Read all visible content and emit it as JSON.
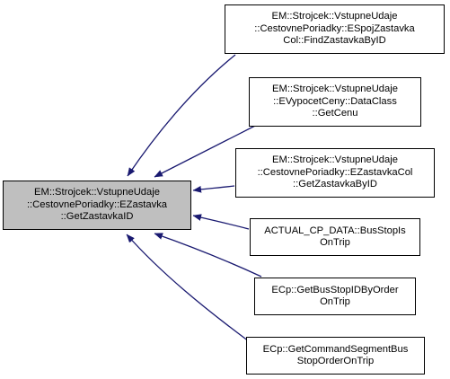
{
  "graph": {
    "focus": {
      "lines": [
        "EM::Strojcek::VstupneUdaje",
        "::CestovnePoriadky::EZastavka",
        "::GetZastavkaID"
      ],
      "fill": "#bfbfbf"
    },
    "callers": [
      {
        "lines": [
          "EM::Strojcek::VstupneUdaje",
          "::CestovnePoriadky::ESpojZastavka",
          "Col::FindZastavkaByID"
        ]
      },
      {
        "lines": [
          "EM::Strojcek::VstupneUdaje",
          "::EVypocetCeny::DataClass",
          "::GetCenu"
        ]
      },
      {
        "lines": [
          "EM::Strojcek::VstupneUdaje",
          "::CestovnePoriadky::EZastavkaCol",
          "::GetZastavkaByID"
        ]
      },
      {
        "lines": [
          "ACTUAL_CP_DATA::BusStopIs",
          "OnTrip"
        ]
      },
      {
        "lines": [
          "ECp::GetBusStopIDByOrder",
          "OnTrip"
        ]
      },
      {
        "lines": [
          "ECp::GetCommandSegmentBus",
          "StopOrderOnTrip"
        ]
      }
    ],
    "edge_color": "#191970"
  }
}
